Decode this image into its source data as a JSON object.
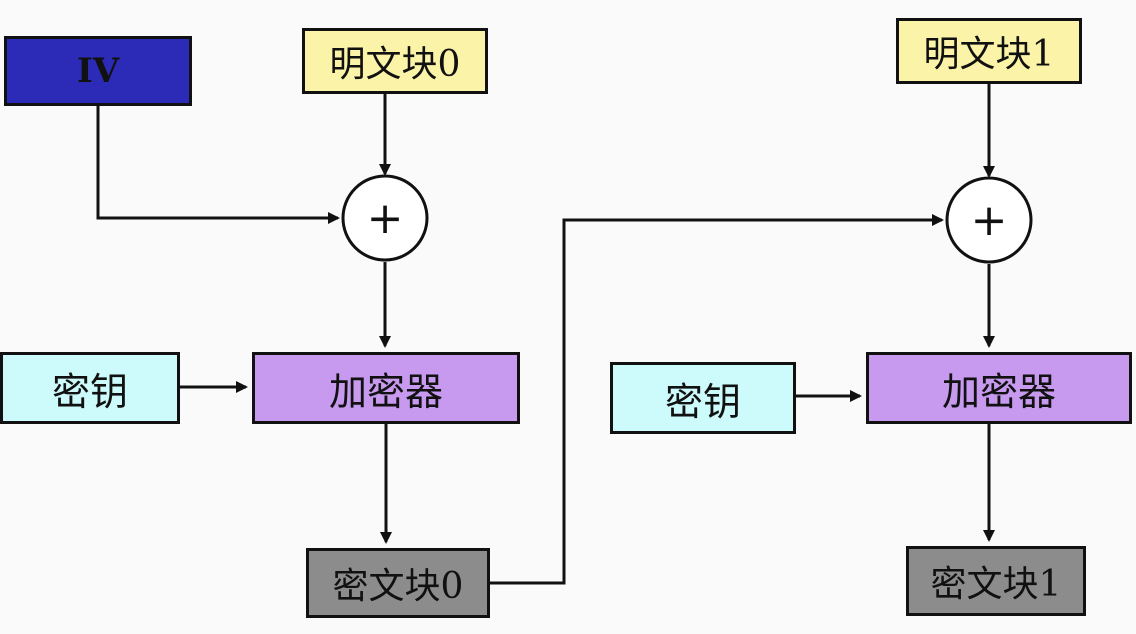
{
  "diagram": {
    "iv": {
      "label": "IV",
      "color": "#2b2bb8"
    },
    "stage0": {
      "plaintext": "明文块0",
      "key": "密钥",
      "encryptor": "加密器",
      "ciphertext": "密文块0",
      "xor_symbol": "+"
    },
    "stage1": {
      "plaintext": "明文块1",
      "key": "密钥",
      "encryptor": "加密器",
      "ciphertext": "密文块1",
      "xor_symbol": "+"
    },
    "colors": {
      "plaintext": "#fbf4a8",
      "key": "#cdfafa",
      "encryptor": "#c79af0",
      "ciphertext": "#8c8c8c"
    }
  }
}
